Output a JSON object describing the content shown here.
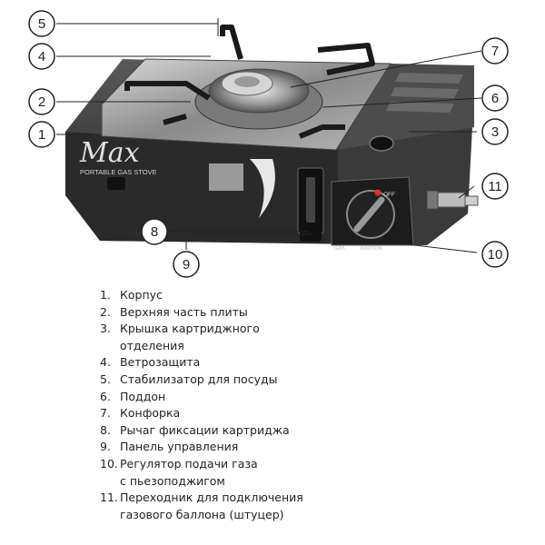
{
  "product": {
    "brand": "Max",
    "subtitle": "PORTABLE GAS STOVE",
    "knob_off": "OFF",
    "knob_ignition": "IGNITION",
    "knob_gas": "GAS"
  },
  "callouts": [
    "1",
    "2",
    "3",
    "4",
    "5",
    "6",
    "7",
    "8",
    "9",
    "10",
    "11"
  ],
  "legend": [
    {
      "num": "1.",
      "text": "Корпус"
    },
    {
      "num": "2.",
      "text": "Верхняя часть плиты"
    },
    {
      "num": "3.",
      "text": "Крышка картриджного\nотделения"
    },
    {
      "num": "4.",
      "text": "Ветрозащита"
    },
    {
      "num": "5.",
      "text": "Стабилизатор для посуды"
    },
    {
      "num": "6.",
      "text": "Поддон"
    },
    {
      "num": "7.",
      "text": "Конфорка"
    },
    {
      "num": "8.",
      "text": "Рычаг фиксации картриджа"
    },
    {
      "num": "9.",
      "text": "Панель управления"
    },
    {
      "num": "10.",
      "text": "Регулятор подачи газа\nс пьезоподжигом"
    },
    {
      "num": "11.",
      "text": "Переходник для подключения\nгазового баллона (штуцер)"
    }
  ]
}
